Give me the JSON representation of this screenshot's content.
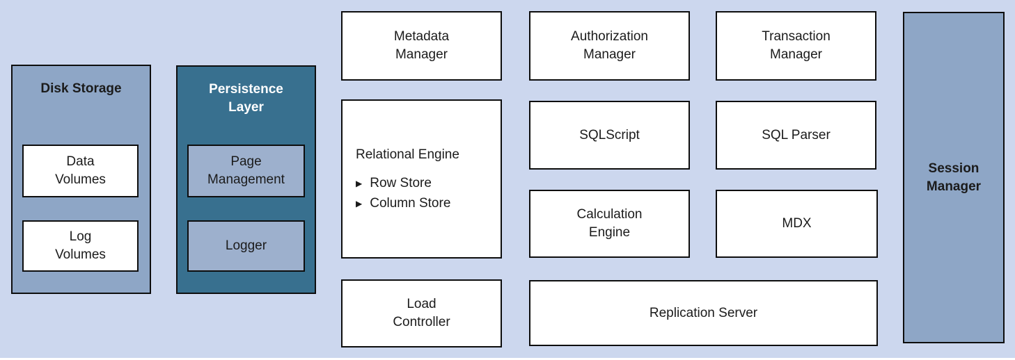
{
  "colors": {
    "background": "#ccd7ee",
    "panel_fill": "#8ea6c6",
    "persistence_fill": "#38708f",
    "inner_fill": "#9db0cd",
    "box_fill": "#ffffff",
    "border": "#0d0d0d",
    "text_dark": "#1b1b1b",
    "text_light": "#ffffff"
  },
  "diagram": {
    "disk_storage": {
      "title": "Disk Storage",
      "items": [
        {
          "label": "Data\nVolumes"
        },
        {
          "label": "Log\nVolumes"
        }
      ]
    },
    "persistence_layer": {
      "title": "Persistence\nLayer",
      "items": [
        {
          "label": "Page\nManagement"
        },
        {
          "label": "Logger"
        }
      ]
    },
    "relational_engine": {
      "title": "Relational Engine",
      "bullet_glyph": "▶",
      "bullets": [
        "Row Store",
        "Column Store"
      ]
    },
    "boxes": {
      "metadata_manager": "Metadata\nManager",
      "load_controller": "Load\nController",
      "authorization_manager": "Authorization\nManager",
      "sqlscript": "SQLScript",
      "calculation_engine": "Calculation\nEngine",
      "replication_server": "Replication Server",
      "transaction_manager": "Transaction\nManager",
      "sql_parser": "SQL Parser",
      "mdx": "MDX",
      "session_manager": "Session\nManager"
    }
  }
}
